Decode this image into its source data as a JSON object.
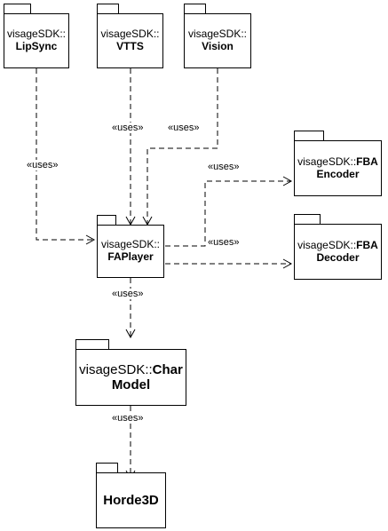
{
  "packages": {
    "lipsync": {
      "ns": "visageSDK::",
      "name": "LipSync"
    },
    "vtts": {
      "ns": "visageSDK::",
      "name": "VTTS"
    },
    "vision": {
      "ns": "visageSDK::",
      "name": "Vision"
    },
    "encoder": {
      "ns": "visageSDK::",
      "name": "FBA",
      "name2": "Encoder"
    },
    "faplayer": {
      "ns": "visageSDK::",
      "name": "FAPlayer"
    },
    "decoder": {
      "ns": "visageSDK::",
      "name": "FBA",
      "name2": "Decoder"
    },
    "charmodel": {
      "ns": "visageSDK::",
      "name": "Char",
      "name2": "Model"
    },
    "horde": {
      "name": "Horde3D"
    }
  },
  "relations": {
    "lipsync_faplayer": "«uses»",
    "vtts_faplayer": "«uses»",
    "vision_faplayer": "«uses»",
    "faplayer_encoder": "«uses»",
    "faplayer_decoder": "«uses»",
    "faplayer_charmodel": "«uses»",
    "charmodel_horde": "«uses»"
  },
  "colors": {
    "line": "#000000",
    "background": "#ffffff"
  }
}
